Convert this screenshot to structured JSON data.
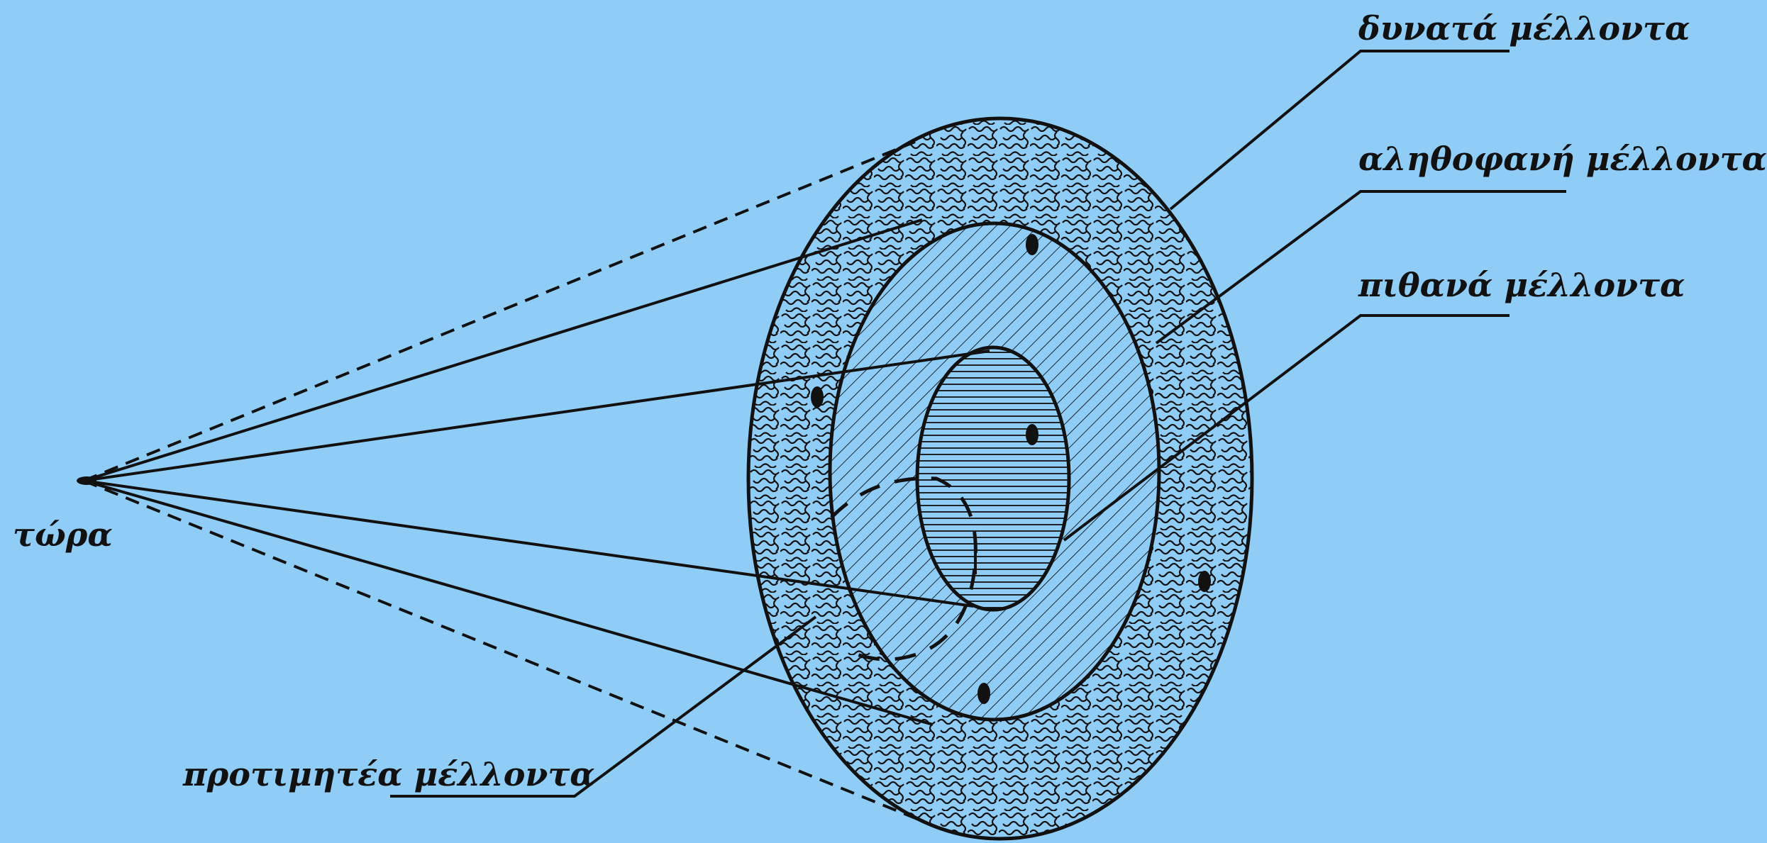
{
  "diagram": {
    "origin_label": "τώρα",
    "cones": [
      {
        "label": "δυνατά μέλλοντα",
        "region": "outer ring (squiggly texture)",
        "edge_style": "dashed"
      },
      {
        "label": "αληθοφανή μέλλοντα",
        "region": "middle ellipse (diagonal hatch)",
        "edge_style": "solid"
      },
      {
        "label": "πιθανά μέλλοντα",
        "region": "inner ellipse (horizontal hatch)",
        "edge_style": "solid"
      }
    ],
    "preferred": {
      "label": "προτιμητέα μέλλοντα",
      "region": "dashed overlap zone"
    },
    "colors": {
      "background": "#8fcdf7",
      "ink": "#111111"
    }
  }
}
